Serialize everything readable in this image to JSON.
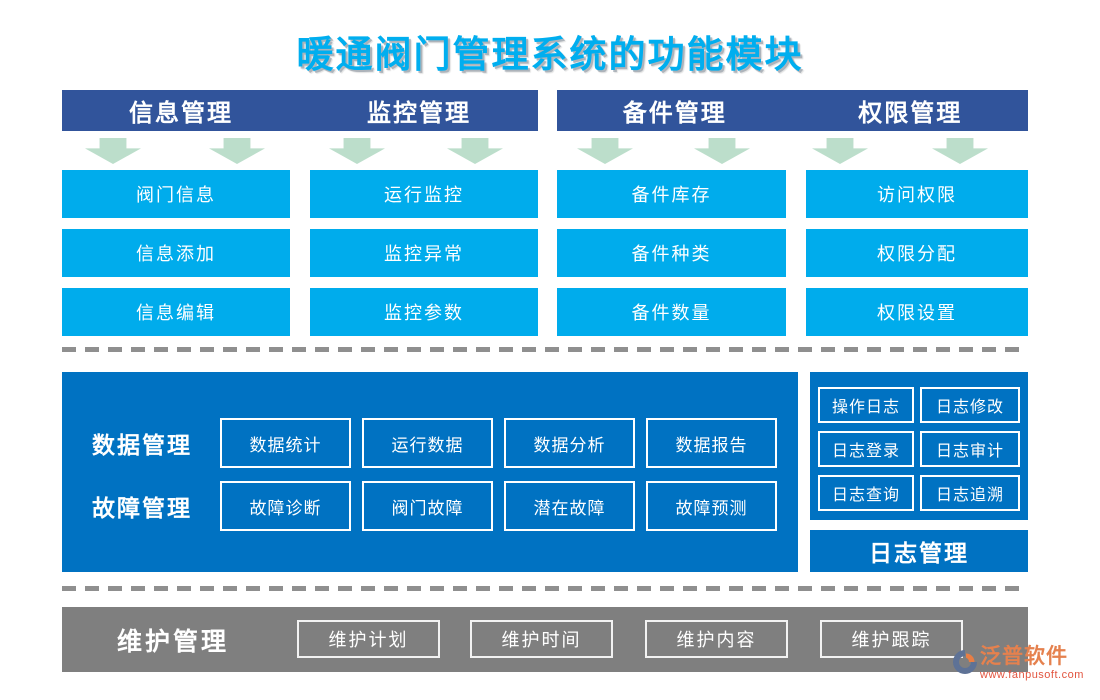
{
  "title": "暖通阀门管理系统的功能模块",
  "colors": {
    "header_bar": "#31549B",
    "module_button": "#00ACEC",
    "panel_blue": "#0072C2",
    "arrow_green": "#BCDECB",
    "maintenance_gray": "#7F7F7F",
    "title_cyan": "#00AEEF",
    "logo_orange": "#E5814E",
    "logo_url_red": "#E2543F"
  },
  "top_sections": [
    {
      "header": "信息管理",
      "items": [
        "阀门信息",
        "信息添加",
        "信息编辑"
      ]
    },
    {
      "header": "监控管理",
      "items": [
        "运行监控",
        "监控异常",
        "监控参数"
      ]
    },
    {
      "header": "备件管理",
      "items": [
        "备件库存",
        "备件种类",
        "备件数量"
      ]
    },
    {
      "header": "权限管理",
      "items": [
        "访问权限",
        "权限分配",
        "权限设置"
      ]
    }
  ],
  "middle": {
    "rows": [
      {
        "label": "数据管理",
        "items": [
          "数据统计",
          "运行数据",
          "数据分析",
          "数据报告"
        ]
      },
      {
        "label": "故障管理",
        "items": [
          "故障诊断",
          "阀门故障",
          "潜在故障",
          "故障预测"
        ]
      }
    ]
  },
  "log_panel": {
    "items": [
      "操作日志",
      "日志修改",
      "日志登录",
      "日志审计",
      "日志查询",
      "日志追溯"
    ],
    "header": "日志管理"
  },
  "maintenance": {
    "label": "维护管理",
    "items": [
      "维护计划",
      "维护时间",
      "维护内容",
      "维护跟踪"
    ]
  },
  "logo": {
    "name": "泛普软件",
    "url": "www.fanpusoft.com"
  }
}
